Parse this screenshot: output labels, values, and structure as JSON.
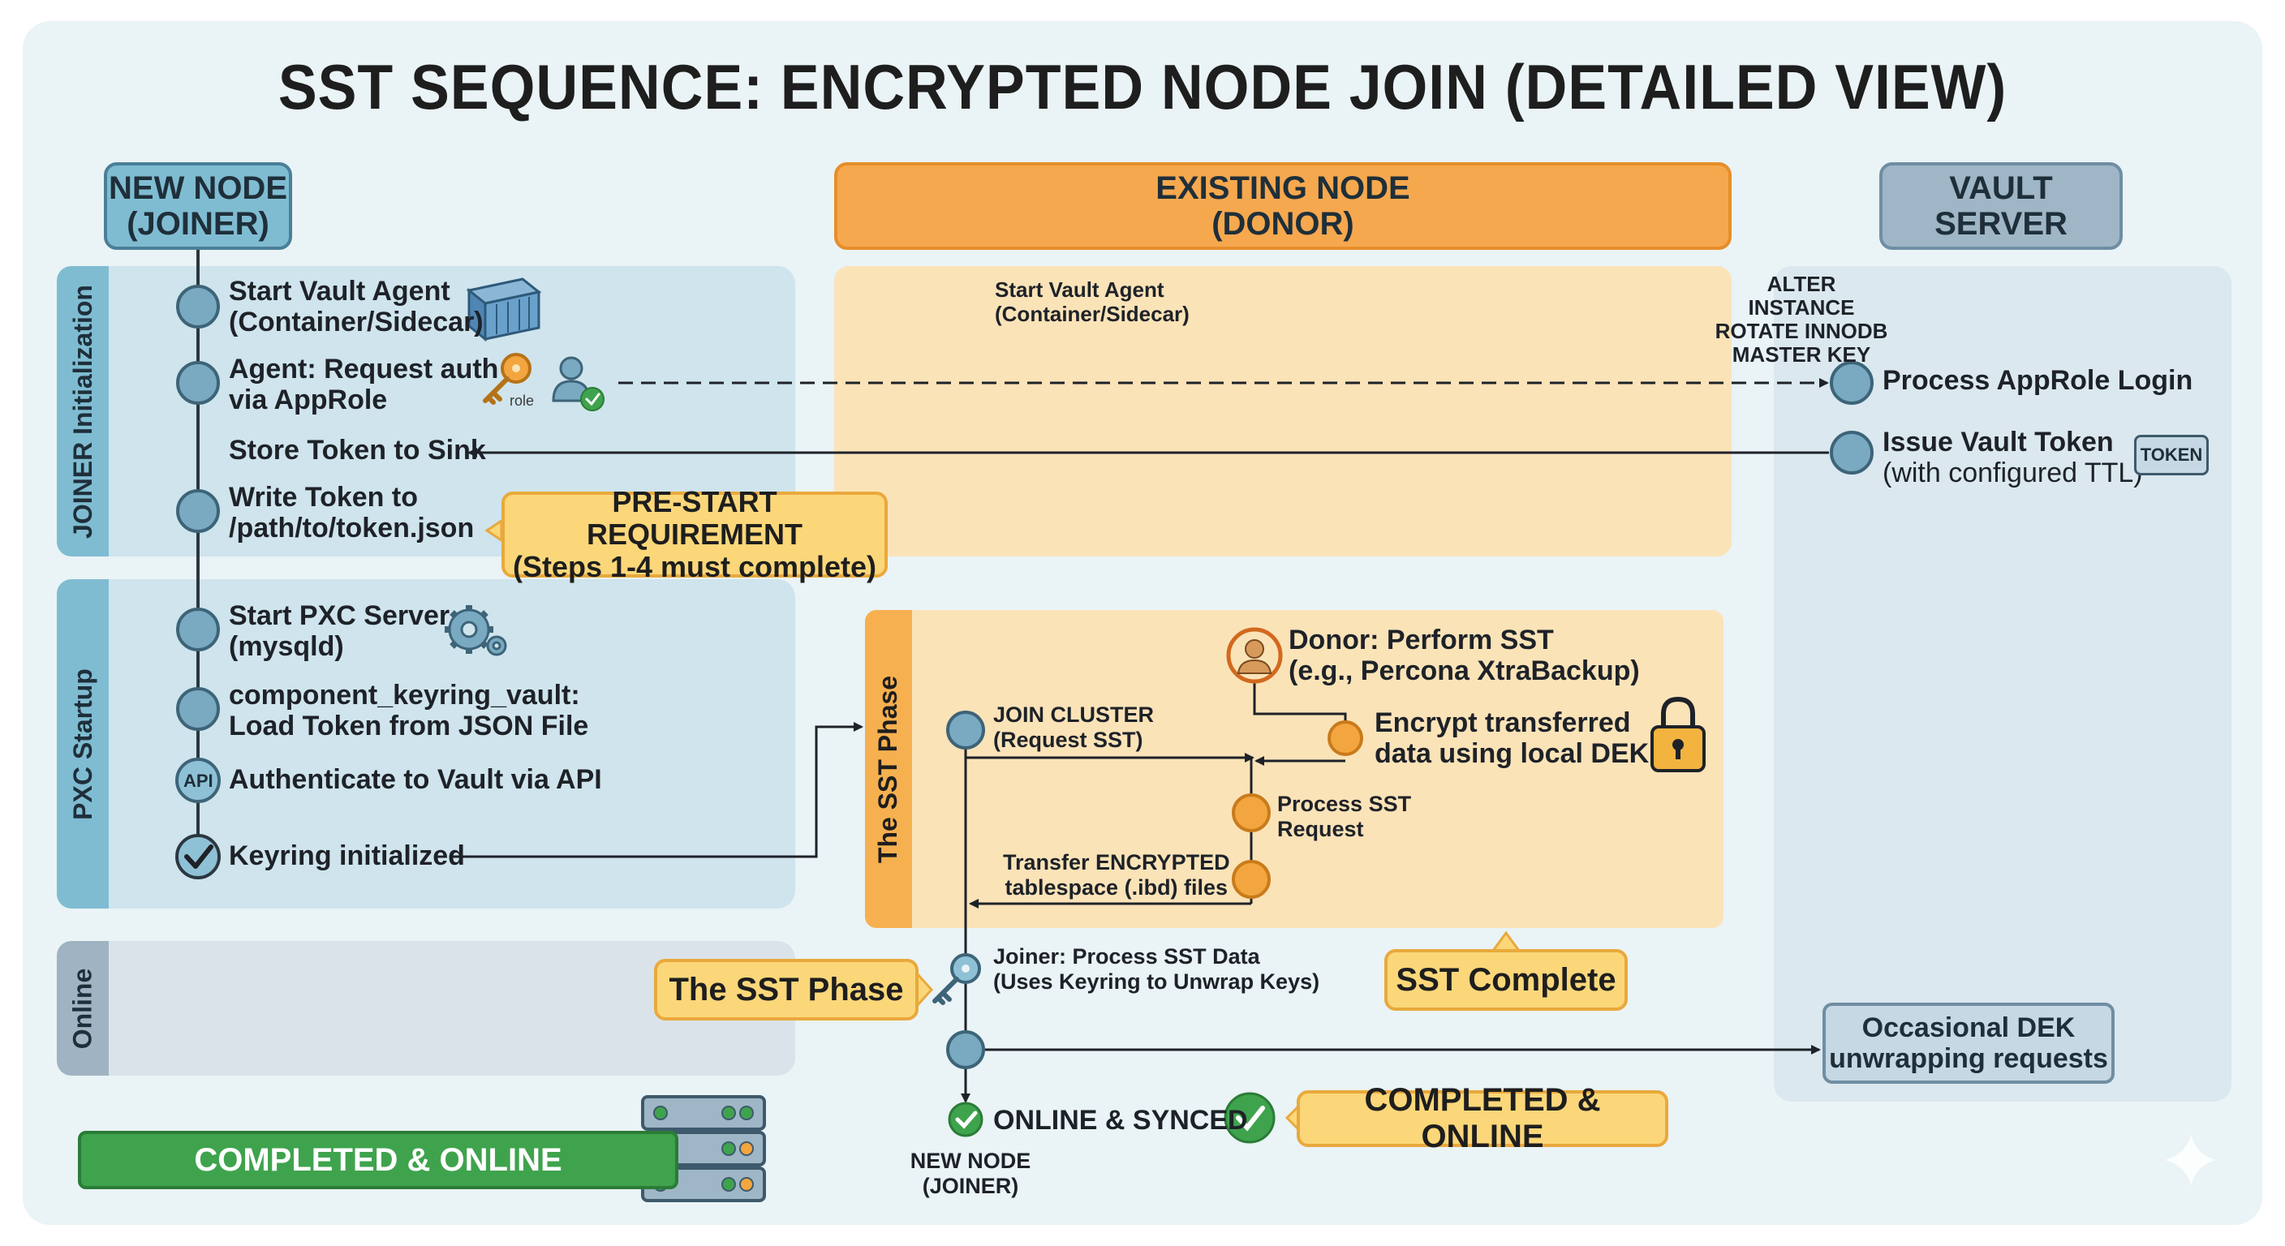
{
  "title": "SST SEQUENCE: ENCRYPTED NODE JOIN (DETAILED VIEW)",
  "lanes": {
    "new_node": "NEW NODE\n(JOINER)",
    "donor": "EXISTING NODE\n(DONOR)",
    "vault": "VAULT\nSERVER"
  },
  "bands": {
    "joiner_init": "JOINER Initialization",
    "pxc_startup": "PXC Startup",
    "online": "Online",
    "sst_phase": "The SST Phase"
  },
  "joiner_steps": {
    "start_agent": "Start Vault Agent\n(Container/Sidecar)",
    "request_auth": "Agent: Request auth\nvia AppRole",
    "store_token": "Store Token to Sink",
    "write_token": "Write Token to\n/path/to/token.json",
    "start_pxc": "Start PXC Server\n(mysqld)",
    "keyring_vault": "component_keyring_vault:\nLoad Token from JSON File",
    "authenticate": "Authenticate to Vault via API",
    "keyring_init": "Keyring initialized",
    "api_label": "API",
    "role_label": "role"
  },
  "donor_steps": {
    "start_agent": "Start Vault Agent\n(Container/Sidecar)",
    "alter_instance": "ALTER INSTANCE\nROTATE INNODB\nMASTER KEY",
    "perform_sst": "Donor: Perform SST\n(e.g., Percona XtraBackup)",
    "encrypt": "Encrypt transferred\ndata using local DEK",
    "join_cluster": "JOIN CLUSTER\n(Request SST)",
    "process_sst": "Process SST\nRequest",
    "transfer": "Transfer ENCRYPTED\ntablespace (.ibd) files",
    "joiner_process": "Joiner: Process SST Data\n(Uses Keyring to Unwrap Keys)",
    "online_synced": "ONLINE & SYNCED",
    "new_node_footer": "NEW NODE\n(JOINER)"
  },
  "vault_steps": {
    "approle_login": "Process AppRole Login",
    "issue_token": "Issue Vault Token",
    "issue_token_sub": "(with configured TTL)",
    "token_badge": "TOKEN",
    "dek_requests": "Occasional DEK\nunwrapping requests"
  },
  "callouts": {
    "pre_start": "PRE-START REQUIREMENT\n(Steps 1-4 must complete)",
    "sst_phase": "The SST Phase",
    "sst_complete": "SST Complete",
    "completed_online": "COMPLETED & ONLINE"
  },
  "footer": {
    "completed_online": "COMPLETED & ONLINE"
  },
  "colors": {
    "blue_band": "#cfe4ec",
    "blue_label": "#7fbcd2",
    "orange_band": "#fbe3b8",
    "orange_label": "#f6a84e",
    "vault_band": "#dbe8ef",
    "node_blue": "#7aa9c2",
    "node_orange": "#f3a53f",
    "green": "#3fa34d",
    "callout": "#fbd77a"
  }
}
